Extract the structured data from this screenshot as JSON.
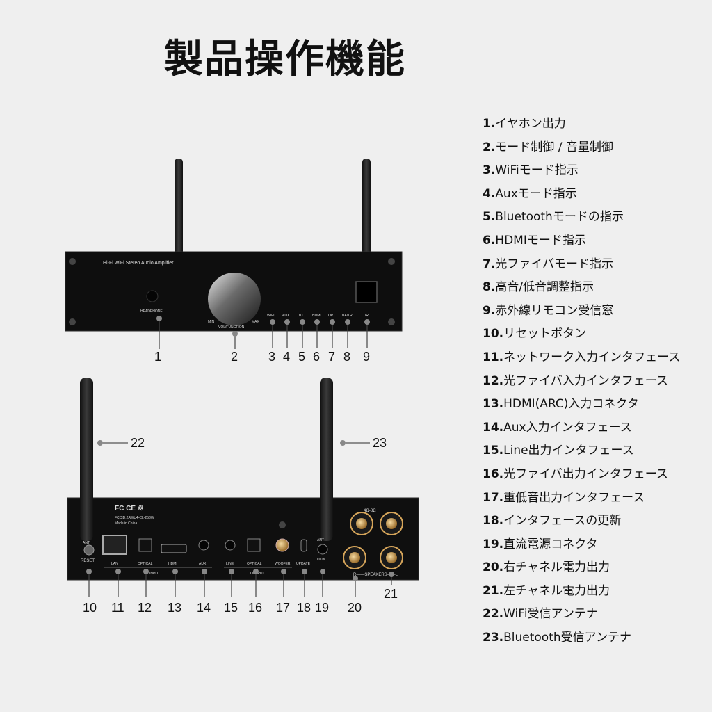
{
  "title": "製品操作機能",
  "front_panel": {
    "model_text": "Hi-Fi WiFi Stereo Audio Amplifier",
    "headphone": "HEADPHONE",
    "min": "MIN",
    "max": "MAX",
    "vol_function": "VOL/FUNCTION",
    "indicators": [
      "WIFI",
      "AUX",
      "BT",
      "HDMI",
      "OPT",
      "BA/TR",
      "IR"
    ]
  },
  "rear_panel": {
    "certs": "FC CE ♲",
    "model_line": "FCCID:2AWU4-CL-256W",
    "made_in": "Made in China",
    "ohms": "4Ω-8Ω",
    "ant_left": "ANT",
    "ant_right": "ANT",
    "reset": "RESET",
    "lan": "LAN",
    "optical_in": "OPTICAL",
    "hdmi": "HDMI",
    "aux": "AUX",
    "input": "INPUT",
    "line": "LINE",
    "optical_out": "OPTICAL",
    "woofer": "WOOFER",
    "output": "OUTPUT",
    "update": "UPDATE",
    "dcin": "DCIN",
    "speakers": "R——SPEAKERS——L"
  },
  "callouts_front": [
    "1",
    "2",
    "3",
    "4",
    "5",
    "6",
    "7",
    "8",
    "9"
  ],
  "callouts_rear": [
    "10",
    "11",
    "12",
    "13",
    "14",
    "15",
    "16",
    "17",
    "18",
    "19",
    "20"
  ],
  "callout_21": "21",
  "callout_22": "22",
  "callout_23": "23",
  "features": [
    {
      "num": "1.",
      "text": "イヤホン出力"
    },
    {
      "num": "2.",
      "text": "モード制御 / 音量制御"
    },
    {
      "num": "3.",
      "text": "WiFiモード指示"
    },
    {
      "num": "4.",
      "text": "Auxモード指示"
    },
    {
      "num": "5.",
      "text": "Bluetoothモードの指示"
    },
    {
      "num": "6.",
      "text": "HDMIモード指示"
    },
    {
      "num": "7.",
      "text": "光ファイバモード指示"
    },
    {
      "num": "8.",
      "text": "高音/低音調整指示"
    },
    {
      "num": "9.",
      "text": "赤外線リモコン受信窓"
    },
    {
      "num": "10.",
      "text": "リセットボタン"
    },
    {
      "num": "11.",
      "text": "ネットワーク入力インタフェース"
    },
    {
      "num": "12.",
      "text": "光ファイバ入力インタフェース"
    },
    {
      "num": "13.",
      "text": "HDMI(ARC)入力コネクタ"
    },
    {
      "num": "14.",
      "text": "Aux入力インタフェース"
    },
    {
      "num": "15.",
      "text": "Line出力インタフェース"
    },
    {
      "num": "16.",
      "text": "光ファイバ出力インタフェース"
    },
    {
      "num": "17.",
      "text": "重低音出力インタフェース"
    },
    {
      "num": "18.",
      "text": "インタフェースの更新"
    },
    {
      "num": "19.",
      "text": "直流電源コネクタ"
    },
    {
      "num": "20.",
      "text": "右チャネル電力出力"
    },
    {
      "num": "21.",
      "text": "左チャネル電力出力"
    },
    {
      "num": "22.",
      "text": "WiFi受信アンテナ"
    },
    {
      "num": "23.",
      "text": "Bluetooth受信アンテナ"
    }
  ]
}
